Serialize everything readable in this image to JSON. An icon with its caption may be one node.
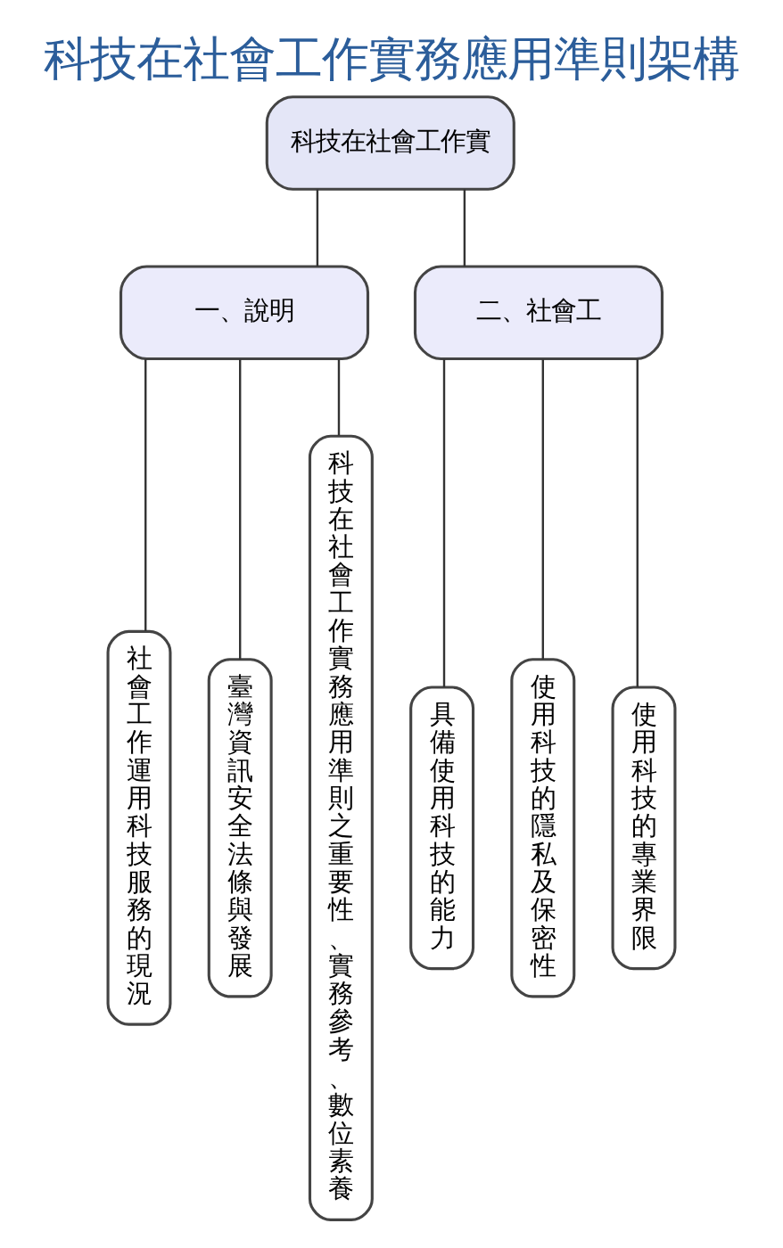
{
  "diagram": {
    "title": "科技在社會工作實務應用準則架構",
    "nodes": [
      {
        "text": [
          "科技在社會工作實"
        ]
      },
      {
        "text": [
          "一、說明"
        ]
      },
      {
        "text": [
          "二、社會工"
        ]
      },
      {
        "text": [
          "社會工作運用科技服務的現況"
        ]
      },
      {
        "text": [
          "臺灣資訊安全法條與發展"
        ]
      },
      {
        "text": [
          "科技在社會工作實務應用準則之重要性、實務參考、數位素養"
        ]
      },
      {
        "text": [
          "具備使用科技的能力"
        ]
      },
      {
        "text": [
          "使用科技的隱私及保密性"
        ]
      },
      {
        "text": [
          "使用科技的專業界限"
        ]
      }
    ],
    "edges": [
      {
        "from": 0,
        "to": 1,
        "arrow": "none"
      },
      {
        "from": 0,
        "to": 2,
        "arrow": "none"
      },
      {
        "from": 1,
        "to": 3,
        "arrow": "none"
      },
      {
        "from": 1,
        "to": 4,
        "arrow": "none"
      },
      {
        "from": 1,
        "to": 5,
        "arrow": "none"
      },
      {
        "from": 2,
        "to": 6,
        "arrow": "none"
      },
      {
        "from": 2,
        "to": 7,
        "arrow": "none"
      },
      {
        "from": 2,
        "to": 8,
        "arrow": "none"
      }
    ]
  }
}
